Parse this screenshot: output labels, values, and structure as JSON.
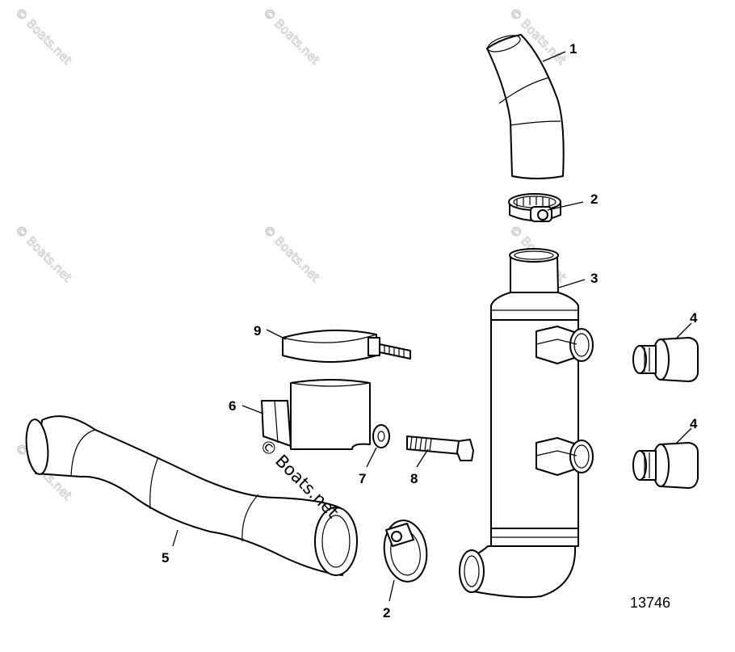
{
  "figure_number": "13746",
  "watermark": "© Boats.net",
  "callouts": [
    {
      "id": "callout-1a",
      "label": "1"
    },
    {
      "id": "callout-2a",
      "label": "2"
    },
    {
      "id": "callout-3a",
      "label": "3"
    },
    {
      "id": "callout-4a",
      "label": "4"
    },
    {
      "id": "callout-4b",
      "label": "4"
    },
    {
      "id": "callout-5a",
      "label": "5"
    },
    {
      "id": "callout-6a",
      "label": "6"
    },
    {
      "id": "callout-7a",
      "label": "7"
    },
    {
      "id": "callout-8a",
      "label": "8"
    },
    {
      "id": "callout-9a",
      "label": "9"
    },
    {
      "id": "callout-2b",
      "label": "2"
    }
  ]
}
